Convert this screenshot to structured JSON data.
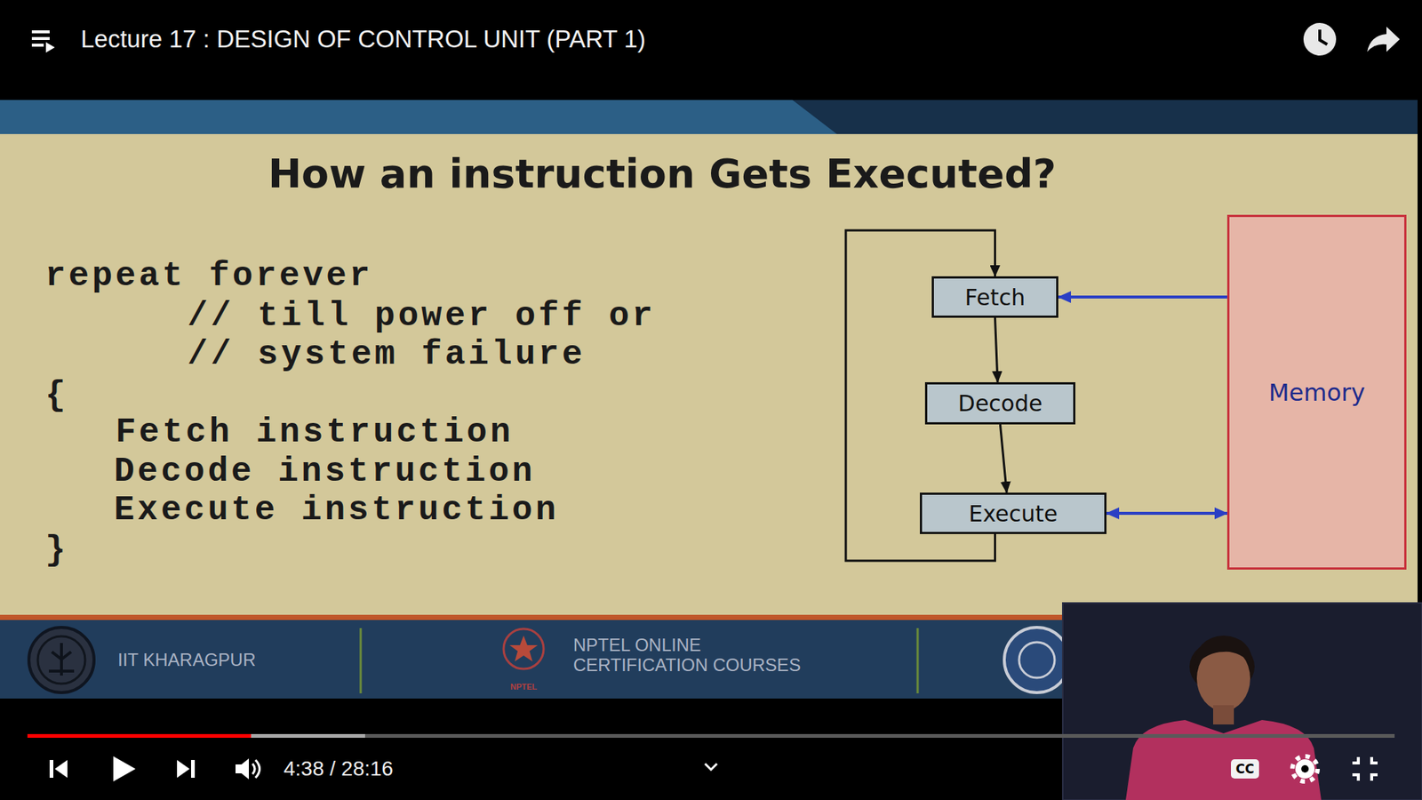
{
  "diagram": {
    "title": "How an instruction Gets Executed?",
    "nodes": [
      {
        "text": [
          "Fetch"
        ]
      },
      {
        "text": [
          "Decode"
        ]
      },
      {
        "text": [
          "Execute"
        ]
      },
      {
        "text": [
          "Memory"
        ]
      }
    ],
    "edges": [
      {
        "from": 0,
        "to": 1,
        "arrow": "to"
      },
      {
        "from": 1,
        "to": 2,
        "arrow": "to"
      },
      {
        "from": 2,
        "to": 0,
        "arrow": "to"
      },
      {
        "from": 3,
        "to": 0,
        "arrow": "to"
      },
      {
        "from": 2,
        "to": 3,
        "arrow": "both"
      }
    ],
    "labels": [
      "Lecture 17 : DESIGN OF CONTROL UNIT (PART 1)",
      "repeat forever",
      "// till power off or",
      "// system failure",
      "{",
      "Fetch instruction",
      "Decode instruction",
      "Execute instruction",
      "}",
      "IIT KHARAGPUR",
      "NPTEL ONLINE CERTIFICATION COURSES",
      "NPTEL",
      "4:38 / 28:16",
      "CC"
    ]
  }
}
